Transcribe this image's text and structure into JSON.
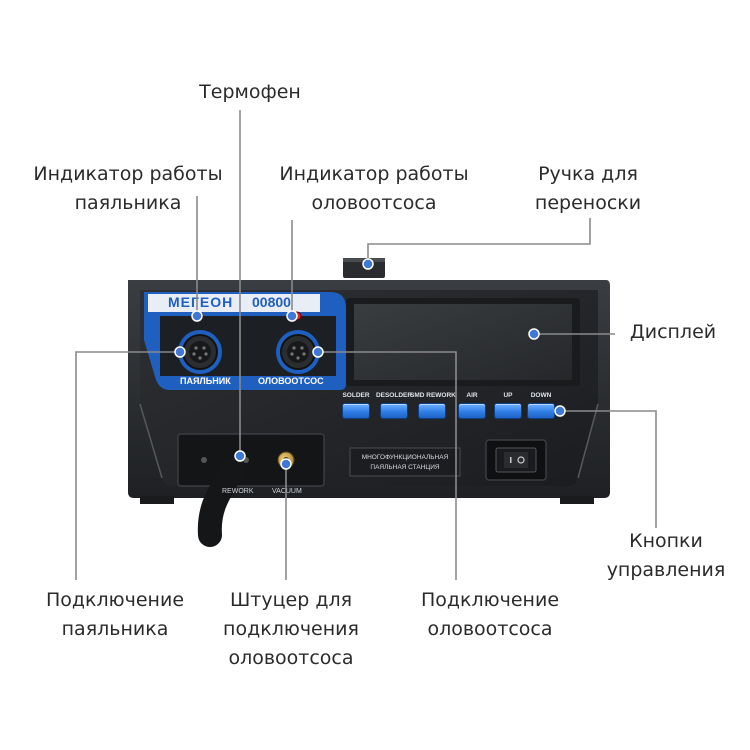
{
  "labels": {
    "heat_gun": "Термофен",
    "iron_indicator_l1": "Индикатор работы",
    "iron_indicator_l2": "паяльника",
    "desolder_indicator_l1": "Индикатор работы",
    "desolder_indicator_l2": "оловоотсоса",
    "handle_l1": "Ручка для",
    "handle_l2": "переноски",
    "display": "Дисплей",
    "buttons_l1": "Кнопки",
    "buttons_l2": "управления",
    "iron_conn_l1": "Подключение",
    "iron_conn_l2": "паяльника",
    "nozzle_l1": "Штуцер для",
    "nozzle_l2": "подключения",
    "nozzle_l3": "оловоотсоса",
    "desolder_conn_l1": "Подключение",
    "desolder_conn_l2": "оловоотсоса"
  },
  "device": {
    "brand": "МЕГЕОН",
    "model": "00800",
    "port_iron": "ПАЯЛЬНИК",
    "port_desolder": "ОЛОВООТСОС",
    "buttons": [
      "SOLDER",
      "DESOLDER",
      "SMD REWORK",
      "AIR",
      "UP",
      "DOWN"
    ],
    "plate_l1": "МНОГОФУНКЦИОНАЛЬНАЯ",
    "plate_l2": "ПАЯЛЬНАЯ СТАНЦИЯ",
    "rework_label": "REWORK",
    "vacuum_label": "VACUUM"
  },
  "colors": {
    "accent_blue": "#2f7ee6",
    "body_dark": "#2b2d30",
    "leader_line": "#8a8a8a",
    "led_red": "#e02020"
  }
}
